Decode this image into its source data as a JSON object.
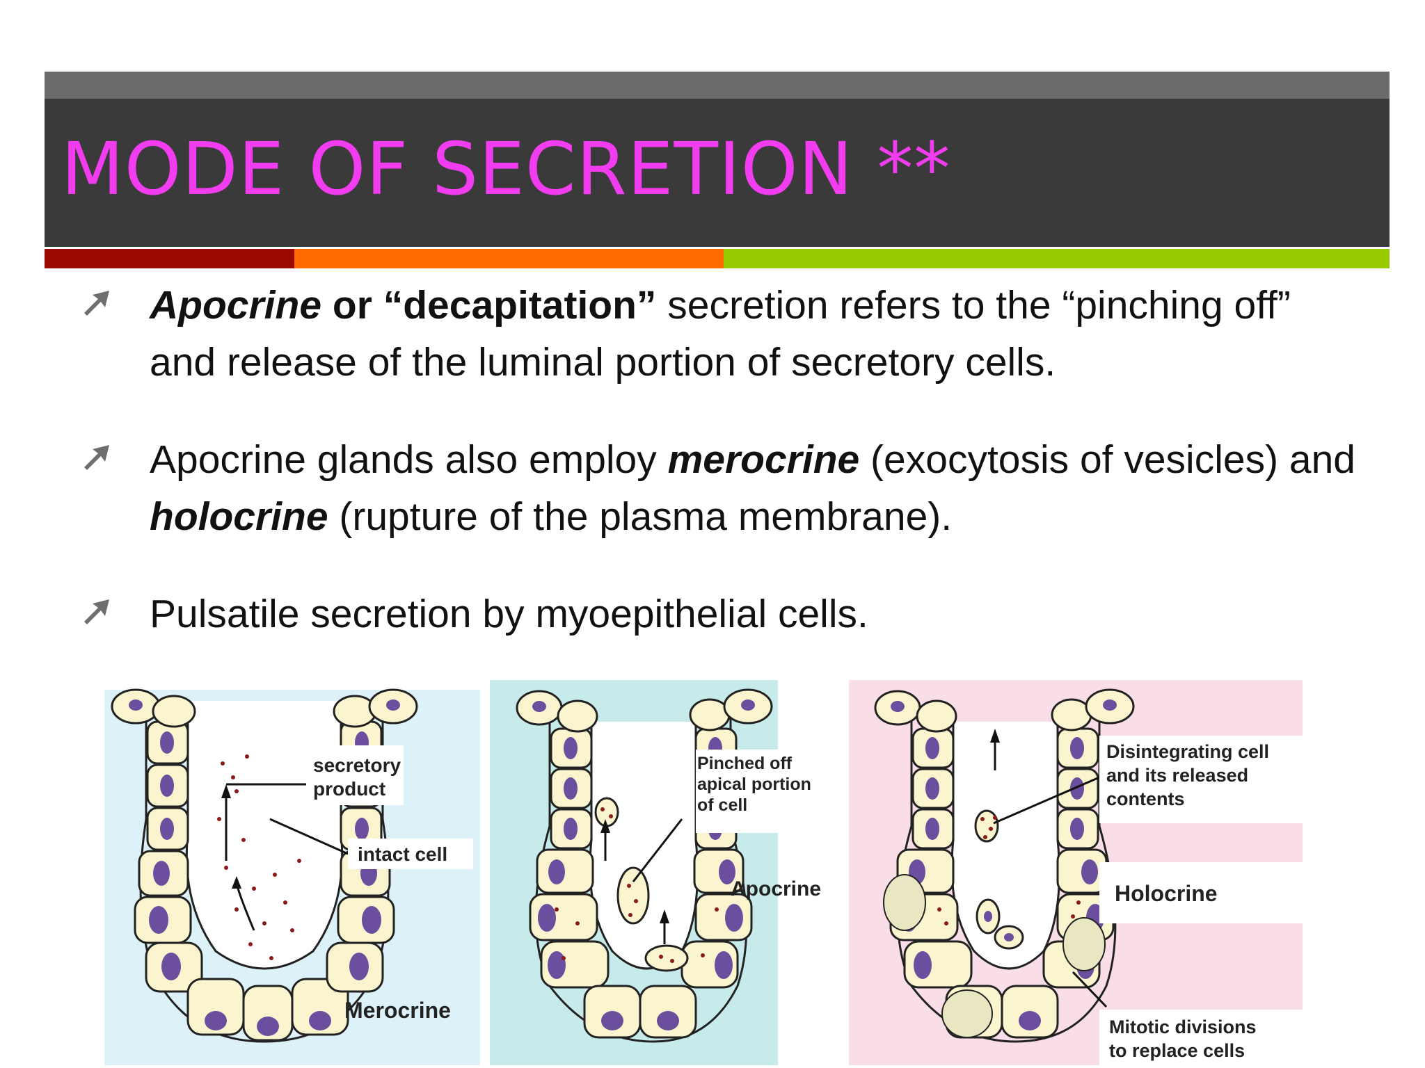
{
  "slide": {
    "title": "MODE OF SECRETION **",
    "stripe_colors": [
      "#9a0a00",
      "#ff6a00",
      "#99cc00"
    ]
  },
  "bullets": [
    {
      "a_em": "Apocrine",
      "a_strong": " or “decapitation”",
      "a_rest": " secretion refers to the “pinching off” and release of the luminal portion of secretory cells."
    },
    {
      "b_1": "Apocrine glands also employ ",
      "b_em1": "merocrine",
      "b_2": " (exocytosis of vesicles) and ",
      "b_em2": "holocrine",
      "b_3": " (rupture of the plasma membrane)."
    },
    {
      "c_text": "Pulsatile secretion by myoepithelial cells."
    }
  ],
  "figure": {
    "panel1": {
      "label_secretory_1": "secretory",
      "label_secretory_2": "product",
      "label_intact": "intact cell",
      "label_type": "Merocrine",
      "bg": "#dcf1f8"
    },
    "panel2": {
      "label_pinched_1": "Pinched off",
      "label_pinched_2": "apical portion",
      "label_pinched_3": "of cell",
      "label_type": "Apocrine",
      "bg": "#c7ebea"
    },
    "panel3": {
      "label_disint_1": "Disintegrating cell",
      "label_disint_2": "and its released",
      "label_disint_3": "contents",
      "label_type": "Holocrine",
      "label_mitotic_1": "Mitotic divisions",
      "label_mitotic_2": "to replace cells",
      "bg": "#f9dde7"
    }
  },
  "colors": {
    "title": "#f23cf0",
    "title_bar": "#3a3a3a",
    "cell_fill": "#fbf5cf",
    "nucleus": "#6b4e9e",
    "granule": "#8b1a1a"
  }
}
